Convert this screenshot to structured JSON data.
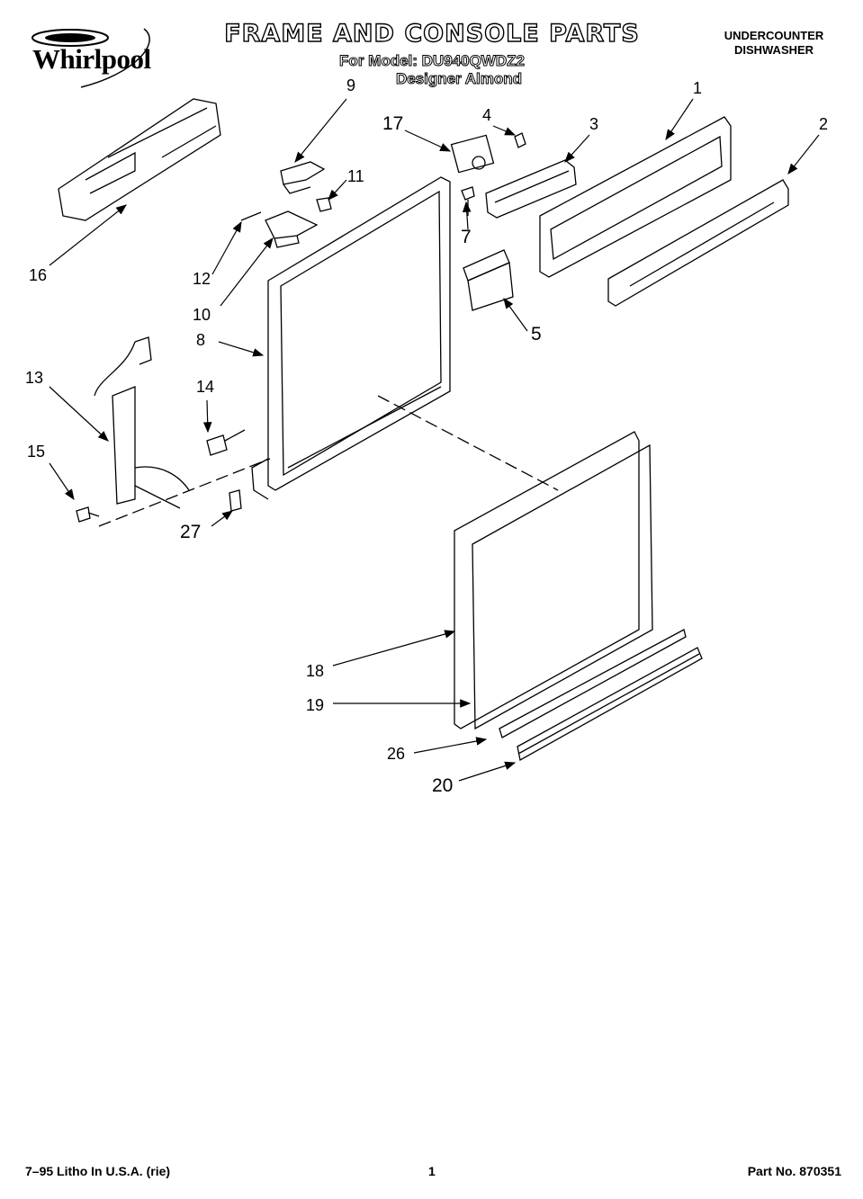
{
  "header": {
    "brand": "Whirlpool",
    "title": "FRAME AND CONSOLE PARTS",
    "model_line": "For Model: DU940QWDZ2",
    "color_line": "Designer Almond",
    "product_line1": "UNDERCOUNTER",
    "product_line2": "DISHWASHER"
  },
  "callouts": {
    "c1": "1",
    "c2": "2",
    "c3": "3",
    "c4": "4",
    "c5": "5",
    "c7": "7",
    "c8": "8",
    "c9": "9",
    "c10": "10",
    "c11": "11",
    "c12": "12",
    "c13": "13",
    "c14": "14",
    "c15": "15",
    "c16": "16",
    "c17": "17",
    "c18": "18",
    "c19": "19",
    "c20": "20",
    "c26": "26",
    "c27": "27"
  },
  "footer": {
    "litho": "7–95 Litho In U.S.A. (rie)",
    "page": "1",
    "part_no": "Part No. 870351"
  },
  "colors": {
    "ink": "#000000",
    "paper": "#ffffff"
  }
}
